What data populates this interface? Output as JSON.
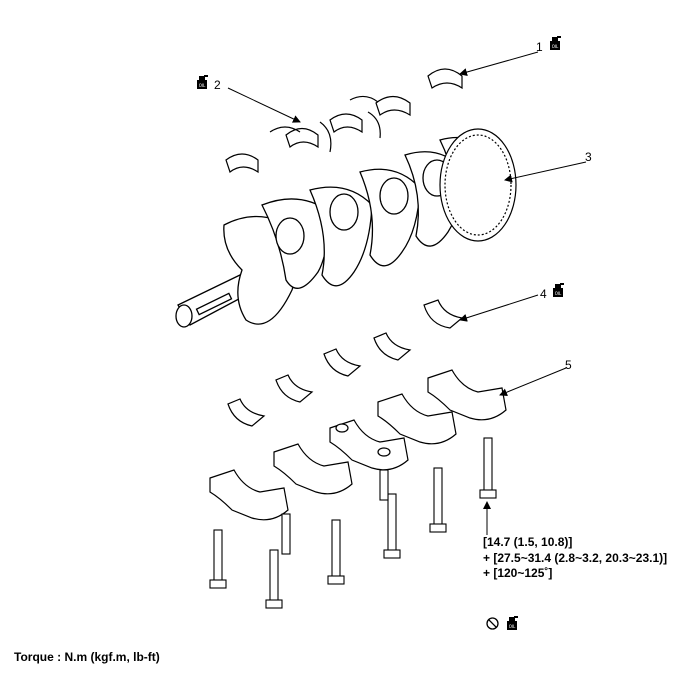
{
  "callouts": {
    "c1": "1",
    "c2": "2",
    "c3": "3",
    "c4": "4",
    "c5": "5"
  },
  "torque": {
    "line1": "[14.7 (1.5, 10.8)]",
    "line2": "+ [27.5~31.4 (2.8~3.2, 20.3~23.1)]",
    "line3": "+ [120~125˚]"
  },
  "footer": {
    "label": "Torque : N.m (kgf.m, lb-ft)"
  },
  "icons": {
    "oil_can": "oil-can-icon",
    "no_reuse": "no-reuse-icon"
  }
}
